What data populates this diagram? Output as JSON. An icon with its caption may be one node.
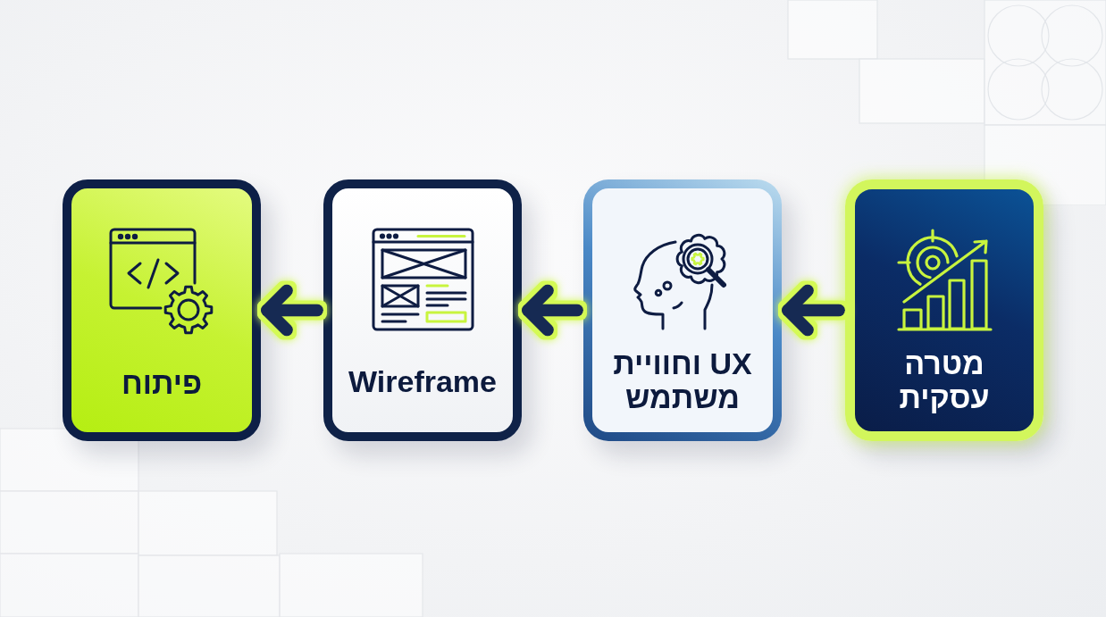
{
  "diagram": {
    "nodes": [
      {
        "text": [
          "מטרה עסקית"
        ]
      },
      {
        "text": [
          "UX וחוויית משתמש"
        ]
      },
      {
        "text": [
          "Wireframe"
        ]
      },
      {
        "text": [
          "פיתוח"
        ]
      }
    ],
    "edges": [
      {
        "from": 0,
        "to": 1,
        "arrow": "to"
      },
      {
        "from": 1,
        "to": 2,
        "arrow": "to"
      },
      {
        "from": 2,
        "to": 3,
        "arrow": "to"
      }
    ]
  }
}
